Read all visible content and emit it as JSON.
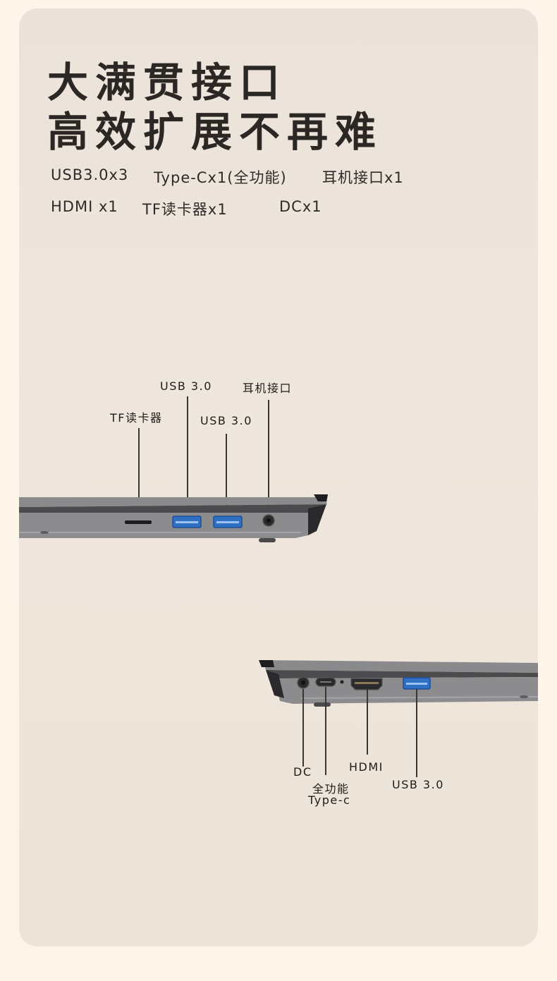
{
  "headline": {
    "line1": "大满贯接口",
    "line2": "高效扩展不再难"
  },
  "specs": {
    "usb": "USB3.0x3",
    "typec": "Type-Cx1(全功能)",
    "earphone": "耳机接口x1",
    "hdmi": "HDMI x1",
    "tf": "TF读卡器x1",
    "dc": "DCx1"
  },
  "left_side_labels": {
    "usb_a": "USB 3.0",
    "earphone": "耳机接口",
    "tf": "TF读卡器",
    "usb_b": "USB 3.0"
  },
  "right_side_labels": {
    "hdmi": "HDMI",
    "dc": "DC",
    "typec_line1": "全功能",
    "typec_line2": "Type-c",
    "usb": "USB 3.0"
  },
  "colors": {
    "background": "#fdf4ea",
    "card": "#ece4d8",
    "usb_port": "#2f6fc4",
    "laptop_body": "#7d7d80"
  }
}
